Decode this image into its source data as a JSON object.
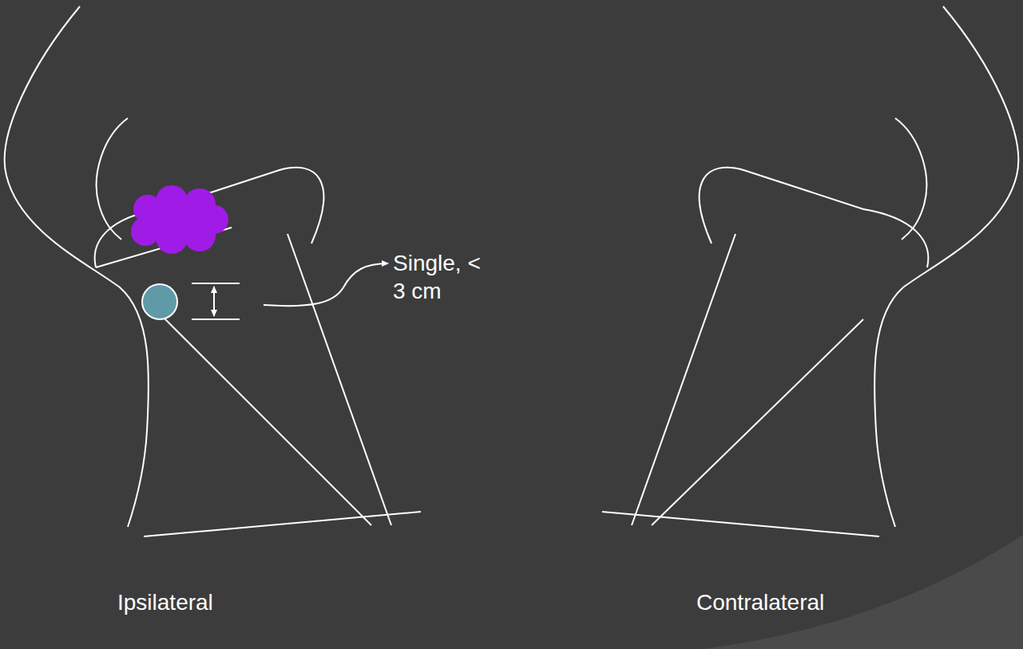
{
  "diagram": {
    "labels": [
      "Single, < 3 cm",
      "Ipsilateral",
      "Contralateral"
    ]
  }
}
